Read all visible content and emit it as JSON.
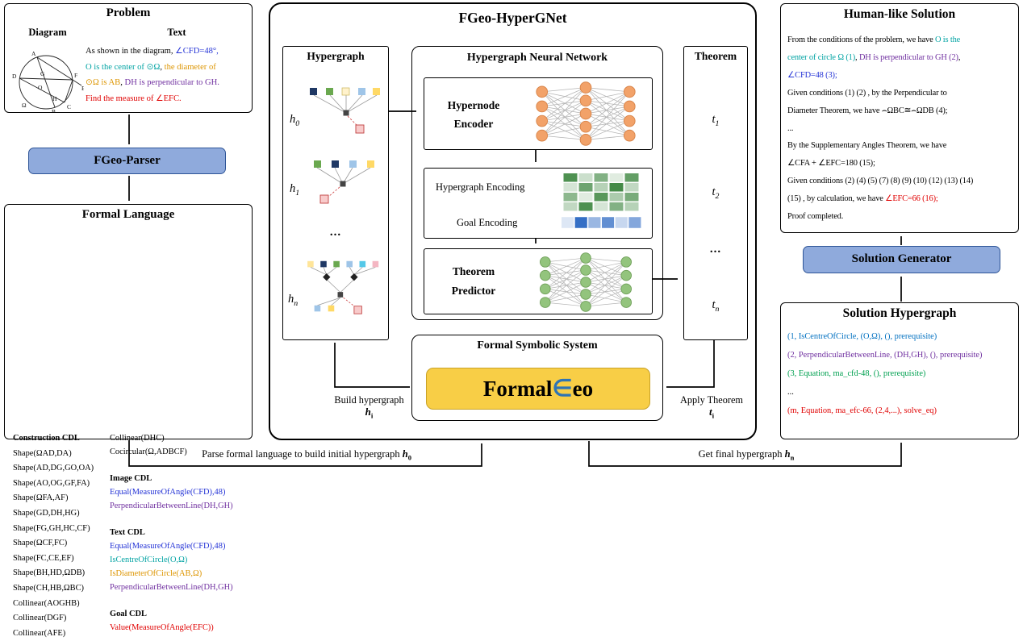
{
  "palette": {
    "teal": "#00A3A3",
    "blue": "#2433D6",
    "purple": "#7030A0",
    "orange": "#DD9500",
    "red": "#E00000",
    "green": "#00A050",
    "solblue": "#0070C0",
    "button_fill": "#8FAADC",
    "button_border": "#2F5597",
    "logo_yellow": "#F8CE46",
    "nn_orange": "#F2A269",
    "nn_green": "#93C47D"
  },
  "problem": {
    "title": "Problem",
    "diagram_label": "Diagram",
    "text_label": "Text",
    "diagram_points": [
      "A",
      "B",
      "C",
      "D",
      "E",
      "F",
      "G",
      "H",
      "O",
      "Ω"
    ],
    "text_lines": [
      [
        {
          "t": "As shown in the diagram, ",
          "c": "k"
        },
        {
          "t": "∠CFD=48°,",
          "c": "blue"
        }
      ],
      [
        {
          "t": "O is the center of ⊙Ω",
          "c": "teal"
        },
        {
          "t": ", ",
          "c": "k"
        },
        {
          "t": "the diameter of",
          "c": "orange"
        }
      ],
      [
        {
          "t": "⊙Ω is AB",
          "c": "orange"
        },
        {
          "t": ", ",
          "c": "k"
        },
        {
          "t": "DH is perpendicular to GH.",
          "c": "purple"
        }
      ],
      [
        {
          "t": "Find the measure of ∠EFC.",
          "c": "red"
        }
      ]
    ]
  },
  "parser_button": "FGeo-Parser",
  "formal_language": {
    "title": "Formal Language",
    "col1_header": "Construction CDL",
    "col1_lines": [
      "Shape(ΩAD,DA)",
      "Shape(AD,DG,GO,OA)",
      "Shape(AO,OG,GF,FA)",
      "Shape(ΩFA,AF)",
      "Shape(GD,DH,HG)",
      "Shape(FG,GH,HC,CF)",
      "Shape(ΩCF,FC)",
      "Shape(FC,CE,EF)",
      "Shape(BH,HD,ΩDB)",
      "Shape(CH,HB,ΩBC)",
      "Collinear(AOGHB)",
      "Collinear(DGF)",
      "Collinear(AFE)"
    ],
    "col2_intro_lines": [
      {
        "t": "Collinear(DHC)",
        "c": "k"
      },
      {
        "t": "Cocircular(Ω,ADBCF)",
        "c": "k"
      }
    ],
    "image_header": "Image CDL",
    "image_lines": [
      {
        "t": "Equal(MeasureOfAngle(CFD),48)",
        "c": "blue"
      },
      {
        "t": "PerpendicularBetweenLine(DH,GH)",
        "c": "purple"
      }
    ],
    "text_header": "Text CDL",
    "text_lines": [
      {
        "t": "Equal(MeasureOfAngle(CFD),48)",
        "c": "blue"
      },
      {
        "t": "IsCentreOfCircle(O,Ω)",
        "c": "teal"
      },
      {
        "t": "IsDiameterOfCircle(AB,Ω)",
        "c": "orange"
      },
      {
        "t": "PerpendicularBetweenLine(DH,GH)",
        "c": "purple"
      }
    ],
    "goal_header": "Goal CDL",
    "goal_lines": [
      {
        "t": "Value(MeasureOfAngle(EFC))",
        "c": "red"
      }
    ]
  },
  "center": {
    "title": "FGeo-HyperGNet",
    "hypergraph_panel": {
      "title": "Hypergraph",
      "h0": [
        "h",
        "0"
      ],
      "h1": [
        "h",
        "1"
      ],
      "dots": "...",
      "hn": [
        "h",
        "n"
      ]
    },
    "hnn": {
      "title": "Hypergraph Neural Network",
      "encoder": [
        "Hypernode",
        "Encoder"
      ],
      "encoding_label": "Hypergraph Encoding",
      "goal_label": "Goal Encoding",
      "predictor": [
        "Theorem",
        "Predictor"
      ]
    },
    "theorem_panel": {
      "title": "Theorem",
      "t1": [
        "t",
        "1"
      ],
      "t2": [
        "t",
        "2"
      ],
      "dots": "...",
      "tn": [
        "t",
        "n"
      ]
    },
    "fss": {
      "title": "Formal Symbolic System",
      "logo": [
        "Formal",
        "∈",
        "eo"
      ]
    },
    "build_label": {
      "line1": "Build hypergraph",
      "sub": [
        "h",
        "i"
      ]
    },
    "apply_label": {
      "line1": "Apply Theorem",
      "sub": [
        "t",
        "i"
      ]
    }
  },
  "solution": {
    "title": "Human-like Solution",
    "lines": [
      [
        {
          "t": "From the conditions of the problem, we have ",
          "c": "k"
        },
        {
          "t": "O is the",
          "c": "teal"
        }
      ],
      [
        {
          "t": "center of circle Ω (1)",
          "c": "teal"
        },
        {
          "t": ", ",
          "c": "k"
        },
        {
          "t": "DH is perpendicular to GH (2)",
          "c": "purple"
        },
        {
          "t": ",",
          "c": "k"
        }
      ],
      [
        {
          "t": "∠CFD=48 (3);",
          "c": "blue"
        }
      ],
      [
        {
          "t": "Given conditions (1) (2) , by the Perpendicular to",
          "c": "k"
        }
      ],
      [
        {
          "t": "Diameter Theorem, we have ⌢ΩBC≅⌢ΩDB (4);",
          "c": "k"
        }
      ],
      [
        {
          "t": "...",
          "c": "k"
        }
      ],
      [
        {
          "t": "By the Supplementary Angles Theorem, we have",
          "c": "k"
        }
      ],
      [
        {
          "t": "∠CFA + ∠EFC=180 (15);",
          "c": "k"
        }
      ],
      [
        {
          "t": "Given conditions (2) (4) (5) (7) (8) (9) (10) (12) (13) (14)",
          "c": "k"
        }
      ],
      [
        {
          "t": "(15) , by calculation, we have ",
          "c": "k"
        },
        {
          "t": "∠EFC=66 (16);",
          "c": "red"
        }
      ],
      [
        {
          "t": "Proof completed.",
          "c": "k"
        }
      ]
    ]
  },
  "generator_button": "Solution Generator",
  "solution_hypergraph": {
    "title": "Solution Hypergraph",
    "lines": [
      {
        "t": "(1, IsCentreOfCircle, (O,Ω), (), prerequisite)",
        "c": "solblue"
      },
      {
        "t": "(2, PerpendicularBetweenLine, (DH,GH), (), prerequisite)",
        "c": "purple"
      },
      {
        "t": "(3, Equation, ma_cfd-48, (), prerequisite)",
        "c": "green"
      },
      {
        "t": "...",
        "c": "k"
      },
      {
        "t": "(m, Equation, ma_efc-66, (2,4,...), solve_eq)",
        "c": "red"
      }
    ]
  },
  "bottom": {
    "left_text": "Parse formal language to build initial hypergraph ",
    "left_sub": [
      "h",
      "0"
    ],
    "right_text": "Get final hypergraph ",
    "right_sub": [
      "h",
      "n"
    ]
  }
}
